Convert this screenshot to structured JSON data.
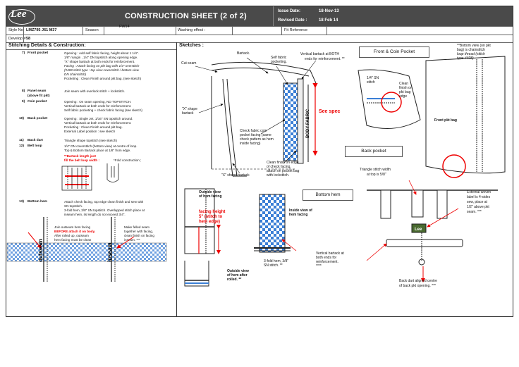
{
  "header": {
    "logo": "Lee",
    "title": "CONSTRUCTION SHEET (2 of 2)",
    "issue_label": "Issue Date:",
    "issue_value": "18-Nov-13",
    "revised_label": "Revised Date :",
    "revised_value": "18 Feb 14"
  },
  "meta": {
    "style_label": "Style No.",
    "style_value": "LMZ795 J61 M37",
    "season_label": "Season",
    "season_value": "FW14",
    "washing_label": "Washing effect :",
    "fit_label": "Fit Reference",
    "develop_label": "Develop #",
    "develop_value": "58"
  },
  "left": {
    "heading": "Stitching Details & Construction:",
    "items": [
      {
        "num": "7)",
        "name": "Front pocket",
        "lines": [
          "Opening : Add self fabric facing, height about 1 1/4\".",
          "1/8\" margin , 1/4\" DN topstitch along opening edge.",
          "\"X\" shape bartack at both ends for reinforcement.",
          "Facing : Attach facing on pkt bag with 1/4\" overstitch",
          "(#408 stitch type : top view coverstitch / bottom view",
          "DN chainstitch)",
          "Pocketing : Clean Finish around pkt bag. (see sketch)"
        ]
      },
      {
        "num": "8)",
        "name": "Panel seam",
        "name2": "(above fit pkt)",
        "lines": [
          "Join seam with overlock stitch + lockstitch."
        ]
      },
      {
        "num": "9)",
        "name": "Coin pocket",
        "lines": [
          "Opening : On seam opening,  NO TOPSTITCH.",
          "Vertical bartack at both ends for reinforcement.",
          "Self fabric pocketing + check fabric facing (see sketch)"
        ]
      },
      {
        "num": "10)",
        "name": "Back pocket",
        "lines": [
          "Opening :  Single Jet,  1/16\" SN topstitch around.",
          "Vertical bartack at both ends for reinforcement.",
          "Pocketing :  Clean Finish around pkt bag.",
          "External Label position : see sketch"
        ]
      },
      {
        "num": "11)",
        "name": "Back dart",
        "lines": [
          "Triangle shape topstitch  (see sketch)"
        ]
      },
      {
        "num": "12)",
        "name": "Belt loop",
        "lines": [
          "1/4\" DN coverstitch (bottom view) at centre of loop.",
          "Top & Bottom Bartack place at 1/8\" from edge."
        ]
      }
    ],
    "beltloop_red": [
      "**Bartack length just",
      "fill the belt loop width :"
    ],
    "fold_label": "*Fold construction ;",
    "bottom_num": "13)",
    "bottom_name": "Bottom hem",
    "bottom_lines": [
      "Attach check facing,  top edge clean finish and sew with",
      "SN topstitch.",
      "3-fold hem,  3/8\" SN topstitch.   Overlapped stitch place at",
      "inseam hem, its length do not exceed 3/4\"."
    ],
    "note1": [
      "Join outseam hem facing",
      "BEFORE attach it on body.",
      "After rolled up,  outseam",
      "hem facing must be clean",
      "finish.  ****"
    ],
    "note1_red": "BEFORE",
    "note2": [
      "Make felled seam",
      "together with facing,",
      "clean finish on facing",
      "inseam.  ***"
    ],
    "outseam": "outseam",
    "inseam": "inseam"
  },
  "right": {
    "heading": "Sketches :",
    "labels": {
      "cut_seam": "Cut seam",
      "bartack": "Bartack.",
      "self_fabric": [
        "Self fabric",
        "pocketing."
      ],
      "vert_bartack": [
        "Vertical bartack at BOTH",
        "ends for reinforcement.  **"
      ],
      "x_bartack": [
        "\"X\" shape",
        "bartack"
      ],
      "see_spec": "See spec",
      "body_fabric": "BODY FABRIC",
      "check_fabric": [
        "Check fabric coin",
        "pocket facing (same",
        "check pattern as hem",
        "inside facing)"
      ],
      "clean_edge": [
        "Clean finish on edge",
        "of check facing,",
        "attach on pocket bag",
        "with lockstitch."
      ],
      "x_bartack2": "\"X\" shape bartack",
      "front_coin": "Front & Coin Pocket",
      "sn_stitch": [
        "1/4\" SN",
        "stitch"
      ],
      "clean_pkt": [
        "Clean",
        "finish on",
        "pkt bag",
        "edge"
      ],
      "bottom_view": [
        "**Bottom view  (on pkt",
        "bag) is chainstitch",
        "loop thread (stitch",
        "type #408)"
      ],
      "front_pkt_bag": "Front pkt bag",
      "back_pocket": "Back pocket",
      "triangle": [
        "Triangle stitch width",
        "at top is  5/8\""
      ],
      "external": [
        "External woven",
        "label is 4-sides",
        "sew, place at",
        "1/2\" above pkt",
        "seam.  ***"
      ],
      "back_dart": [
        "Back dart aligned centre",
        "of back pkt opening.  ***"
      ],
      "vert_bartack2": [
        "Vertical bartack at",
        "both ends for",
        "reinforcement.",
        "****"
      ],
      "bottom_hem": "Bottom hem",
      "outside_view": [
        "Outside view",
        "of hem facing"
      ],
      "facing_height": [
        "facing height",
        "5\" (stitch to",
        "hem edge)"
      ],
      "inside_view": [
        "Inside view of",
        "hem facing"
      ],
      "three_fold": [
        "3-fold hem, 3/8\"",
        "SN stitch.  **"
      ],
      "outside_after": [
        "Outside view",
        "of hem after",
        "rolled.  **"
      ],
      "lee_label": "Lee"
    }
  },
  "colors": {
    "accent_red": "#e00000",
    "check_blue": "#3b7fd6",
    "header_bg": "#4a4a4a"
  }
}
